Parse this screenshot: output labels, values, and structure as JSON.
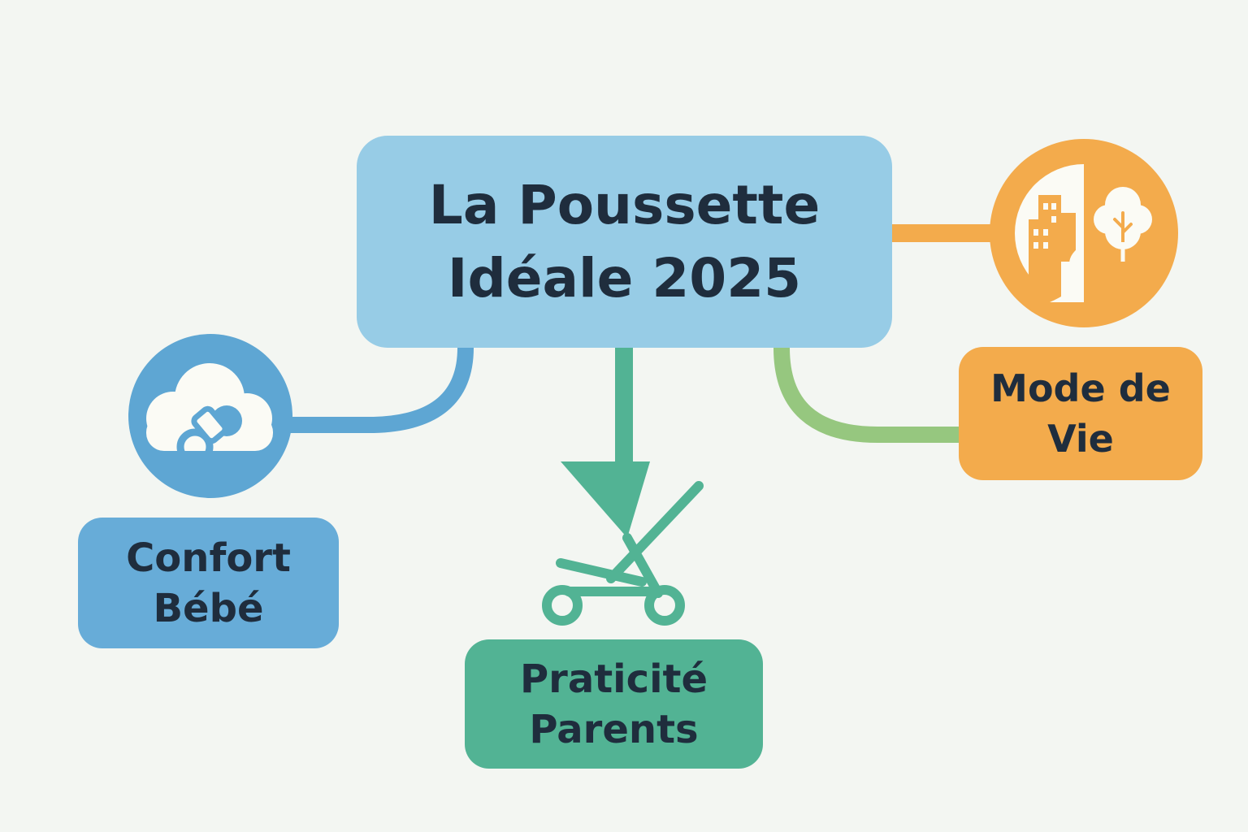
{
  "diagram": {
    "central": {
      "line1": "La Poussette",
      "line2": "Idéale 2025"
    },
    "branches": [
      {
        "id": "confort",
        "line1": "Confort",
        "line2": "Bébé",
        "color": "#67acd8",
        "icon": "cloud-pacifier-icon"
      },
      {
        "id": "praticite",
        "line1": "Praticité",
        "line2": "Parents",
        "color": "#52b394",
        "icon": "stroller-icon"
      },
      {
        "id": "mode",
        "line1": "Mode de",
        "line2": "Vie",
        "color": "#f3ab4c",
        "icon": "city-park-icon"
      }
    ],
    "colors": {
      "background": "#f3f6f2",
      "central": "#97cce6",
      "text": "#1f2d3d",
      "connector_green": "#96c77f"
    }
  }
}
